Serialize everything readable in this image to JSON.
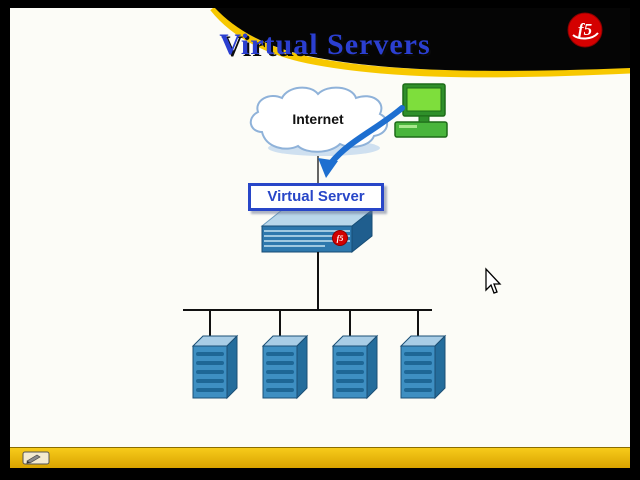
{
  "slide": {
    "title": "Virtual Servers",
    "internet_label": "Internet",
    "virtual_server_label": "Virtual Server",
    "logo_text": "f5",
    "appliance_logo_text": "f5"
  },
  "colors": {
    "frame_black": "#000000",
    "slide_background": "#fcfcf7",
    "accent_yellow": "#f7c800",
    "toolbar_gold": "#e8b400",
    "title_blue": "#2b3fd0",
    "box_border_blue": "#2846c8",
    "arrow_blue": "#1e6fd0",
    "cloud_outline_blue": "#8fb2d9",
    "server_blue": "#3e8fc2",
    "server_dark_blue": "#1e6796",
    "server_top_blue": "#a8cde6",
    "computer_green": "#7ede3c",
    "logo_red": "#d40000"
  },
  "icons": {
    "pen_tool": "slideshow-pen-tool",
    "cursor": "mouse-pointer"
  }
}
